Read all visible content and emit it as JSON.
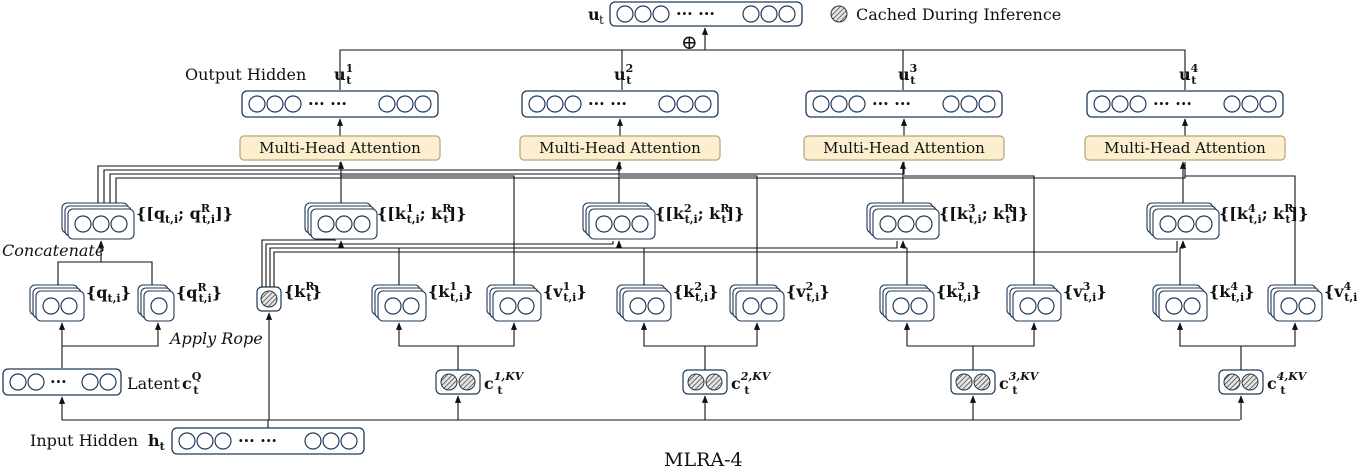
{
  "header": {
    "final_output_label": "u",
    "final_output_sub": "t",
    "legend_label": "Cached During Inference",
    "sum_symbol": "⊕"
  },
  "output_hidden": {
    "row_label": "Output Hidden",
    "heads": [
      {
        "base": "u",
        "sup": "1",
        "sub": "t"
      },
      {
        "base": "u",
        "sup": "2",
        "sub": "t"
      },
      {
        "base": "u",
        "sup": "3",
        "sub": "t"
      },
      {
        "base": "u",
        "sup": "4",
        "sub": "t"
      }
    ],
    "dots": "···  ···"
  },
  "attention": {
    "label": "Multi-Head Attention",
    "fill_color": "#fcefcf",
    "stroke_color": "#b8a370"
  },
  "query": {
    "concat_label": "{[q",
    "concat_sub": "t,i",
    "concat_sep": "; q",
    "concat_sup": "R",
    "concat_sub2": "t,i",
    "concat_close": "]}",
    "concatenate": "Concatenate",
    "q_label": "{q",
    "q_sub": "t,i",
    "q_close": "}",
    "qr_label": "{q",
    "qr_sup": "R",
    "qr_sub": "t,i",
    "qr_close": "}",
    "apply_rope": "Apply Rope"
  },
  "keys_concat": [
    {
      "sup": "1"
    },
    {
      "sup": "2"
    },
    {
      "sup": "3"
    },
    {
      "sup": "4"
    }
  ],
  "kr": {
    "label": "{k",
    "sup": "R",
    "sub": "t",
    "close": "}"
  },
  "kv_groups": [
    {
      "k_sup": "1",
      "v_sup": "1",
      "c_sup": "1,KV"
    },
    {
      "k_sup": "2",
      "v_sup": "2",
      "c_sup": "2,KV"
    },
    {
      "k_sup": "3",
      "v_sup": "3",
      "c_sup": "3,KV"
    },
    {
      "k_sup": "4",
      "v_sup": "4",
      "c_sup": "4,KV"
    }
  ],
  "latent_q": {
    "label": "Latent",
    "c": "c",
    "sup": "Q",
    "sub": "t"
  },
  "input": {
    "label": "Input Hidden",
    "h": "h",
    "sub": "t"
  },
  "caption": "MLRA-4"
}
